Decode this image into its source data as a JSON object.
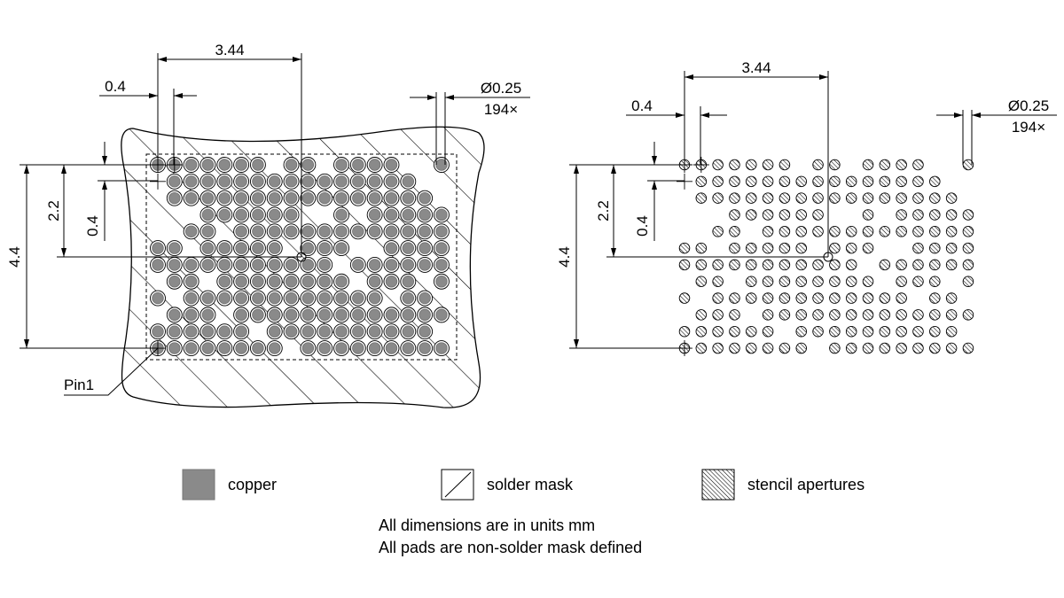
{
  "left_view": {
    "pitch_label": "3.44",
    "pad_pitch_label": "0.4",
    "diameter_label": "Ø0.25",
    "count_label": "194×",
    "height_label": "4.4",
    "half_height_label": "2.2",
    "row_pitch_label": "0.4",
    "pin1_label": "Pin1"
  },
  "right_view": {
    "pitch_label": "3.44",
    "pad_pitch_label": "0.4",
    "diameter_label": "Ø0.25",
    "count_label": "194×",
    "height_label": "4.4",
    "half_height_label": "2.2",
    "row_pitch_label": "0.4"
  },
  "grid": {
    "cols": 18,
    "rows": 12,
    "missing": [
      [
        0,
        7
      ],
      [
        0,
        10
      ],
      [
        0,
        15
      ],
      [
        0,
        16
      ],
      [
        1,
        0
      ],
      [
        1,
        16
      ],
      [
        1,
        17
      ],
      [
        2,
        0
      ],
      [
        2,
        17
      ],
      [
        3,
        0
      ],
      [
        3,
        1
      ],
      [
        3,
        2
      ],
      [
        3,
        9
      ],
      [
        3,
        10
      ],
      [
        3,
        12
      ],
      [
        4,
        0
      ],
      [
        4,
        1
      ],
      [
        4,
        4
      ],
      [
        5,
        2
      ],
      [
        5,
        8
      ],
      [
        5,
        12
      ],
      [
        5,
        13
      ],
      [
        6,
        11
      ],
      [
        7,
        0
      ],
      [
        7,
        3
      ],
      [
        7,
        12
      ],
      [
        7,
        16
      ],
      [
        8,
        1
      ],
      [
        8,
        14
      ],
      [
        8,
        17
      ],
      [
        9,
        0
      ],
      [
        9,
        4
      ],
      [
        10,
        6
      ],
      [
        10,
        17
      ],
      [
        11,
        8
      ]
    ]
  },
  "colors": {
    "copper": "#8a8a8a",
    "copper_ring": "#6e6e6e",
    "line": "#000000"
  },
  "legend": {
    "copper": "copper",
    "solder_mask": "solder mask",
    "stencil": "stencil apertures"
  },
  "notes": {
    "line1": "All dimensions are in units mm",
    "line2": "All pads are non-solder mask defined"
  }
}
